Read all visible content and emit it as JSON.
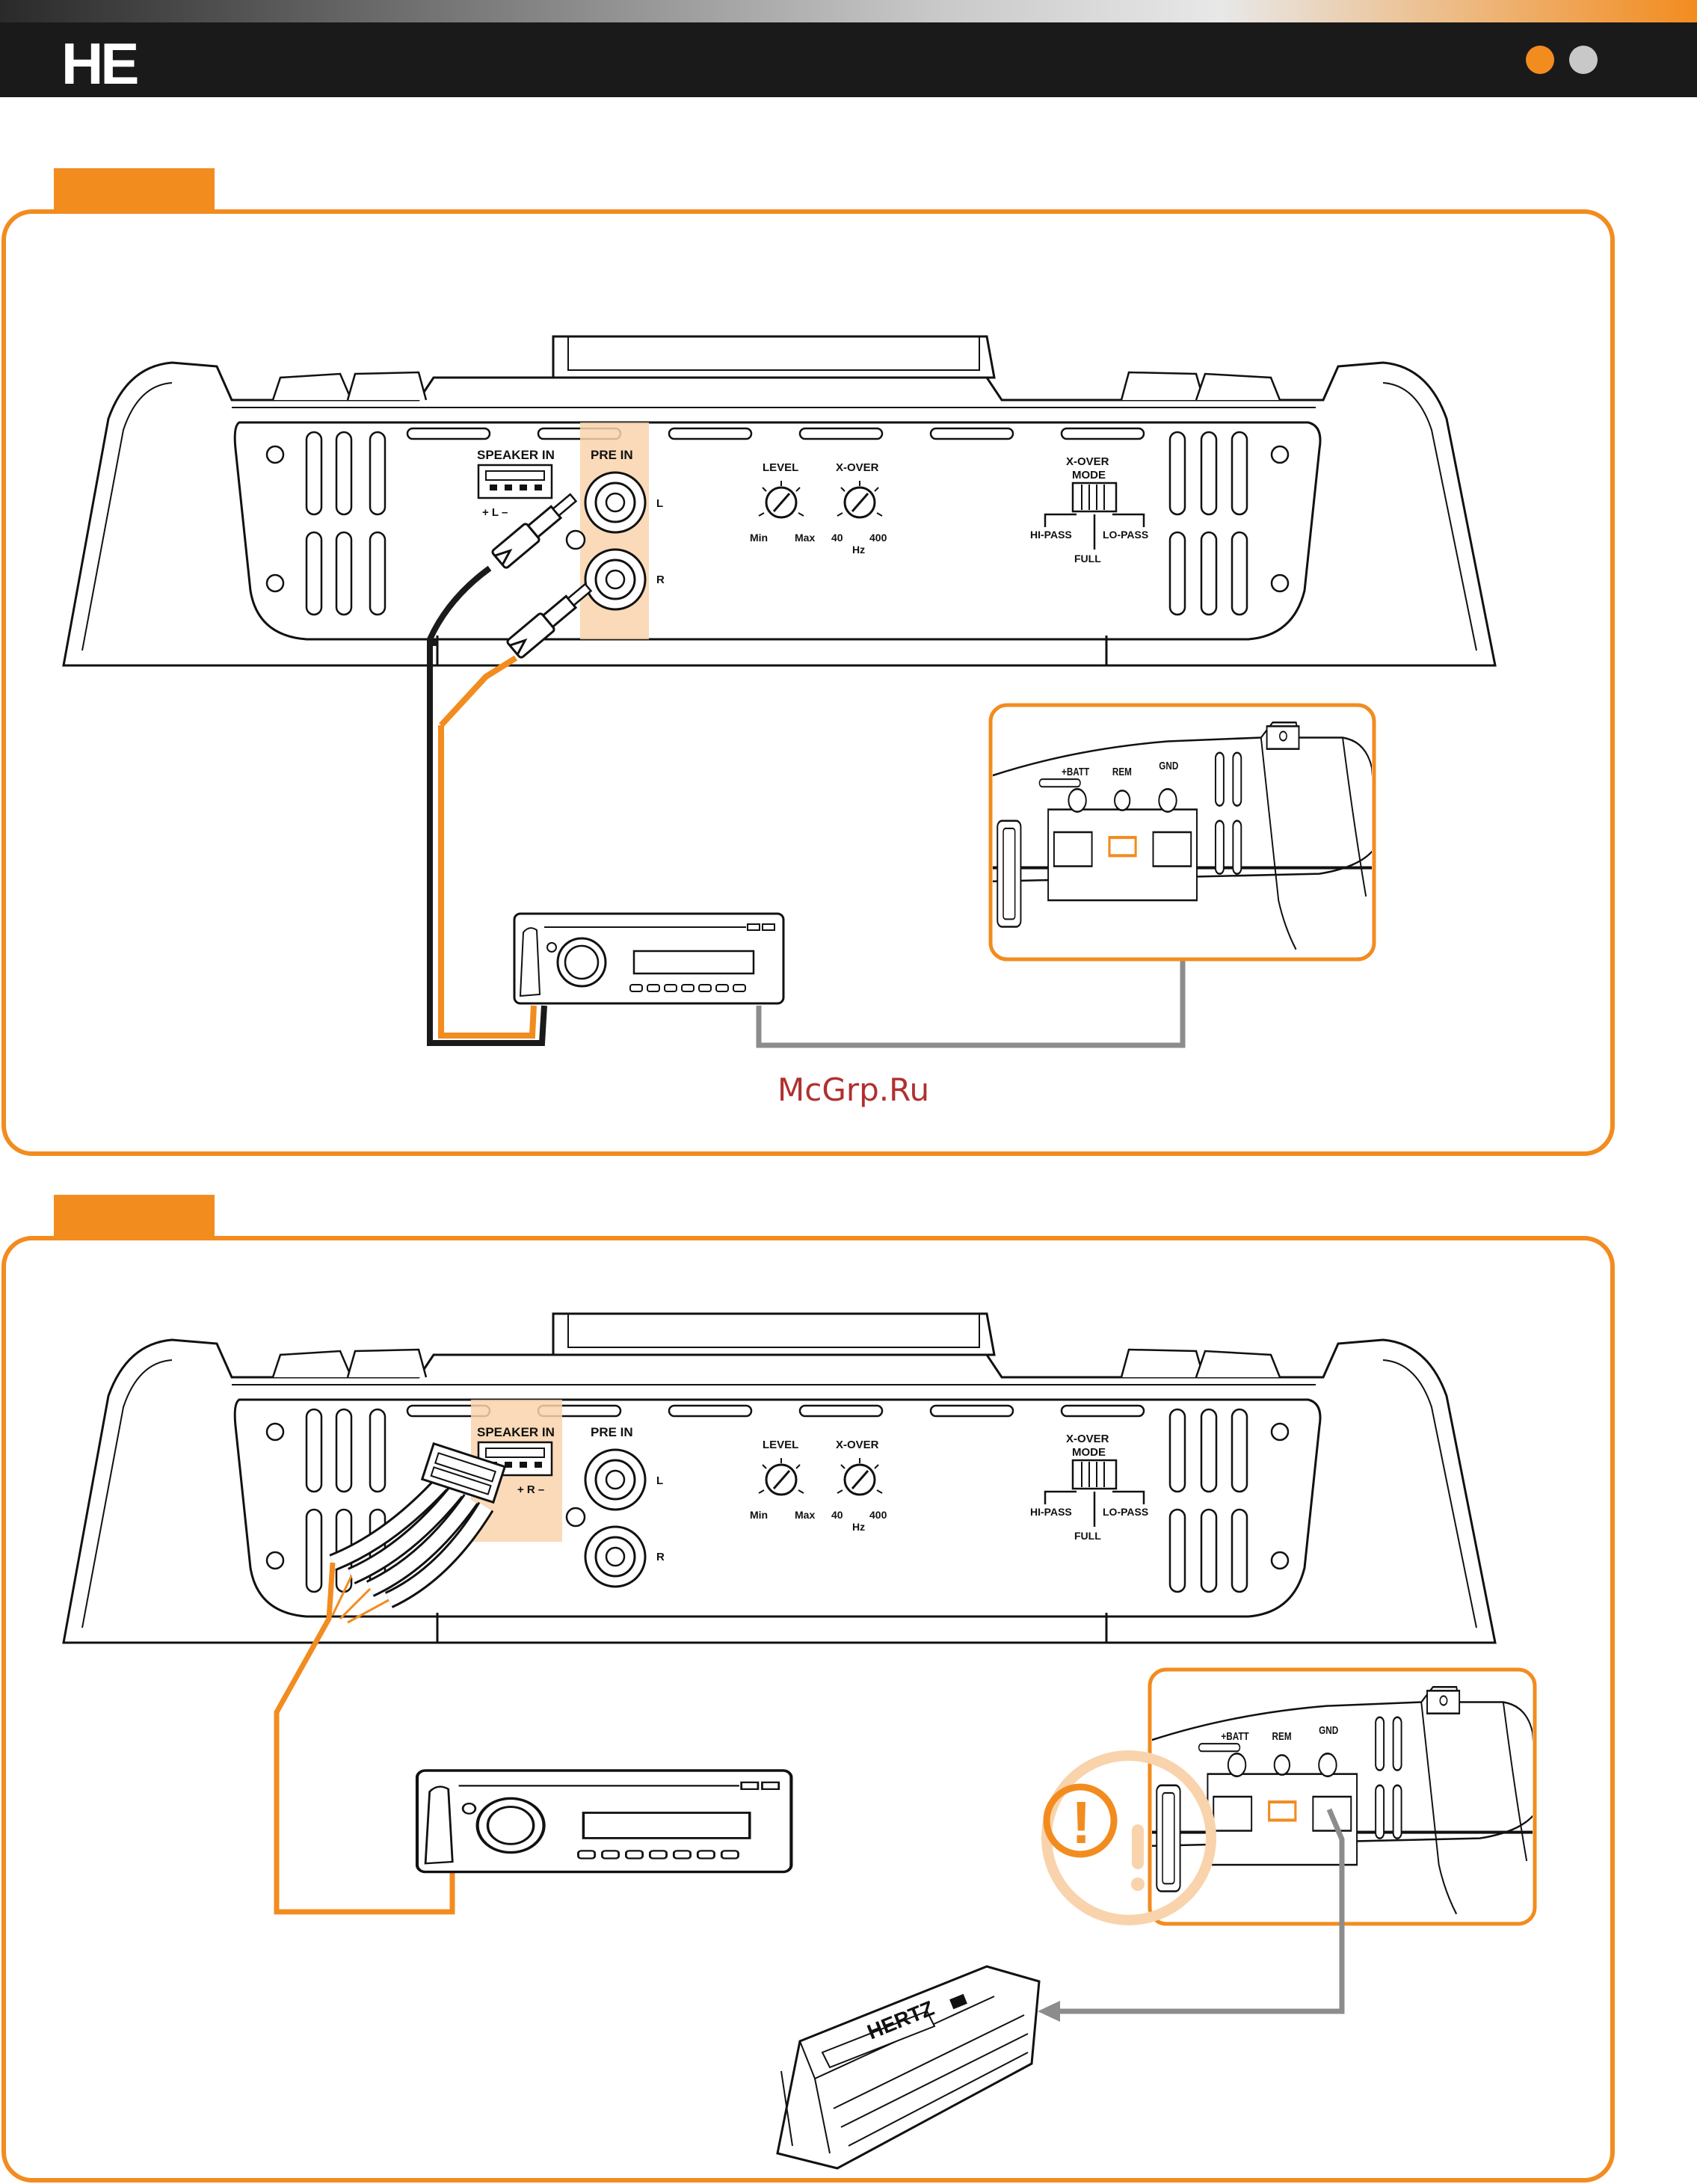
{
  "header": {
    "brand": "HE"
  },
  "colors": {
    "accent": "#f28c1f",
    "highlight": "#f9d3ac",
    "dark": "#1a1a1a",
    "remote_wire": "#8c8c8c",
    "header_gradient_start": "#3a3a3a",
    "header_gradient_end": "#f28c1f"
  },
  "amp_panel": {
    "speaker_in": "SPEAKER IN",
    "speaker_in_polarity_top": "+ L –",
    "speaker_in_polarity_top2": "+ R –",
    "pre_in": "PRE IN",
    "pre_in_left": "L",
    "pre_in_right": "R",
    "level": "LEVEL",
    "level_min": "Min",
    "level_max": "Max",
    "xover": "X-OVER",
    "xover_min": "40",
    "xover_max": "400",
    "xover_unit": "Hz",
    "xover_mode_line1": "X-OVER",
    "xover_mode_line2": "MODE",
    "hi_pass": "HI-PASS",
    "full": "FULL",
    "lo_pass": "LO-PASS"
  },
  "power_terminal": {
    "batt": "+BATT",
    "rem": "REM",
    "gnd": "GND"
  },
  "second_amp": {
    "logo": "HERTZ"
  },
  "warning": {
    "symbol": "!"
  },
  "watermark": "McGrp.Ru"
}
